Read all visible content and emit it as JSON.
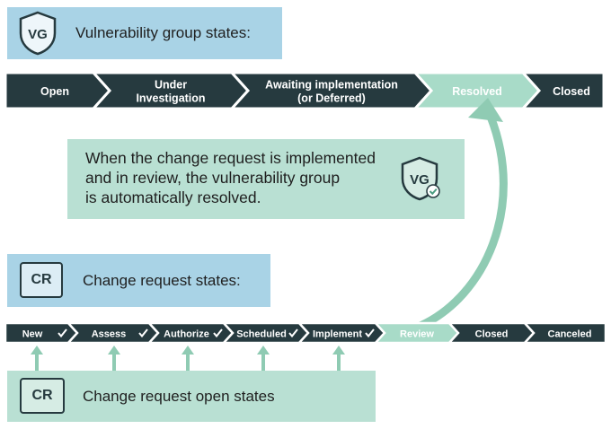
{
  "vg_header": {
    "badge": "VG",
    "title": "Vulnerability group states:"
  },
  "vg_states": [
    {
      "lines": [
        "Open"
      ],
      "highlight": false
    },
    {
      "lines": [
        "Under",
        "Investigation"
      ],
      "highlight": false
    },
    {
      "lines": [
        "Awaiting implementation",
        "(or Deferred)"
      ],
      "highlight": false
    },
    {
      "lines": [
        "Resolved"
      ],
      "highlight": true
    },
    {
      "lines": [
        "Closed"
      ],
      "highlight": false
    }
  ],
  "callout": {
    "lines": [
      "When the change request is implemented",
      "and in review, the vulnerability group",
      "is automatically resolved."
    ],
    "badge": "VG"
  },
  "cr_header": {
    "badge": "CR",
    "title": "Change request states:"
  },
  "cr_states": [
    {
      "label": "New",
      "check": true,
      "highlight": false
    },
    {
      "label": "Assess",
      "check": true,
      "highlight": false
    },
    {
      "label": "Authorize",
      "check": true,
      "highlight": false
    },
    {
      "label": "Scheduled",
      "check": true,
      "highlight": false
    },
    {
      "label": "Implement",
      "check": true,
      "highlight": false
    },
    {
      "label": "Review",
      "check": false,
      "highlight": true
    },
    {
      "label": "Closed",
      "check": false,
      "highlight": false
    },
    {
      "label": "Canceled",
      "check": false,
      "highlight": false
    }
  ],
  "cr_open": {
    "badge": "CR",
    "title": "Change request open states"
  },
  "colors": {
    "dark": "#263a3f",
    "highlight": "#a8dbc8",
    "blue_panel": "#a9d3e6",
    "mint_panel": "#b9e0d3",
    "arrow": "#8fcbb3"
  }
}
